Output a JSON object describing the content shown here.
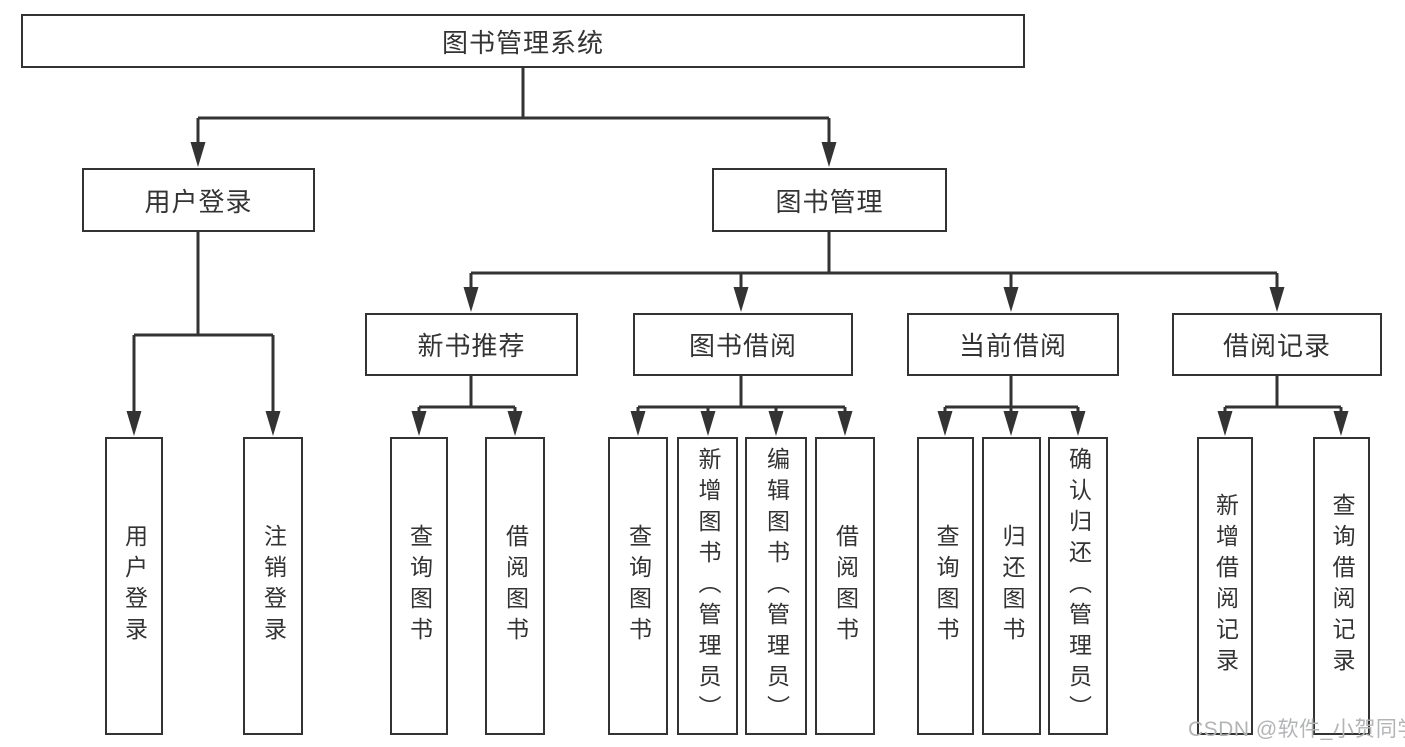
{
  "nodes": {
    "root": "图书管理系统",
    "user_login": "用户登录",
    "book_mgmt": "图书管理",
    "new_book_rec": "新书推荐",
    "book_borrow": "图书借阅",
    "current_borrow": "当前借阅",
    "borrow_record": "借阅记录",
    "leaf_user_login": "用户登录",
    "leaf_logout_login": "注销登录",
    "leaf_query_book_a": "查询图书",
    "leaf_borrow_book_a": "借阅图书",
    "leaf_query_book_b": "查询图书",
    "leaf_add_book": "新增图书（管理员）",
    "leaf_edit_book": "编辑图书（管理员）",
    "leaf_borrow_book_b": "借阅图书",
    "leaf_query_book_c": "查询图书",
    "leaf_return_book": "归还图书",
    "leaf_confirm_return": "确认归还（管理员）",
    "leaf_add_borrow_record": "新增借阅记录",
    "leaf_query_borrow_record": "查询借阅记录"
  },
  "watermark": "CSDN @软件_小贺同学",
  "colors": {
    "line": "#333333",
    "border": "#333333",
    "text": "#333333",
    "bg": "#ffffff",
    "watermark": "#b3b4b6"
  }
}
